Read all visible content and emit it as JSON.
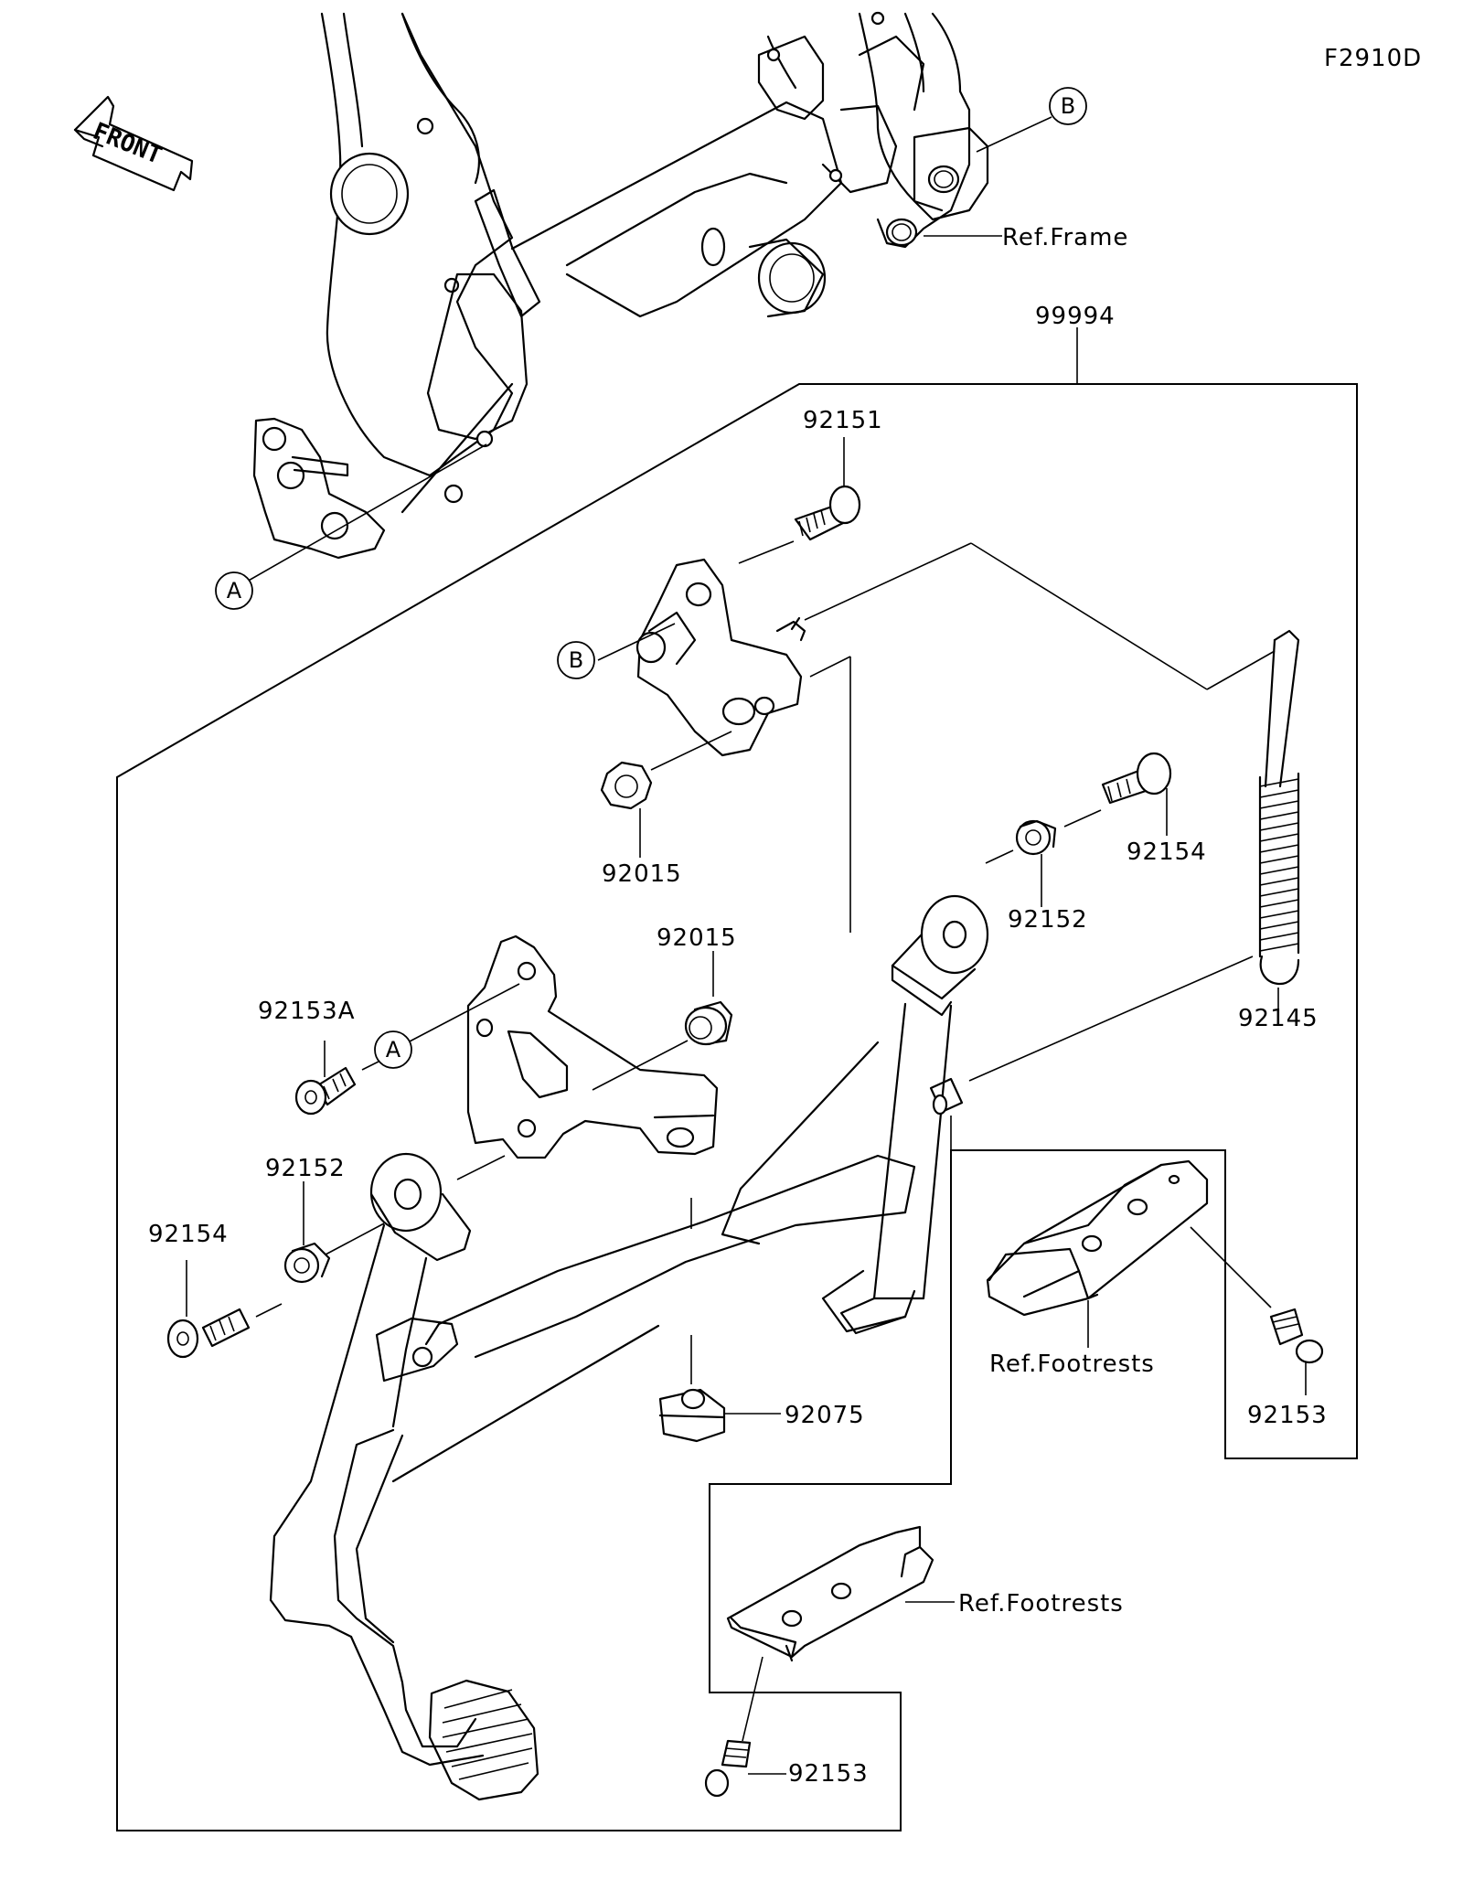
{
  "figure_code": "F2910D",
  "front_label": "FRONT",
  "callouts": {
    "a": "A",
    "b": "B"
  },
  "labels": {
    "ref_frame": "Ref.Frame",
    "kit": "99994",
    "bolt_top": "92151",
    "nut_upper": "92015",
    "nut_mid": "92015",
    "bolt_right": "92154",
    "collar_right": "92152",
    "spring": "92145",
    "bolt_a": "92153A",
    "collar_left": "92152",
    "bolt_left": "92154",
    "rubber_stop": "92075",
    "ref_footrests_right": "Ref.Footrests",
    "peg_right": "92153",
    "ref_footrests_lower": "Ref.Footrests",
    "peg_lower": "92153"
  }
}
